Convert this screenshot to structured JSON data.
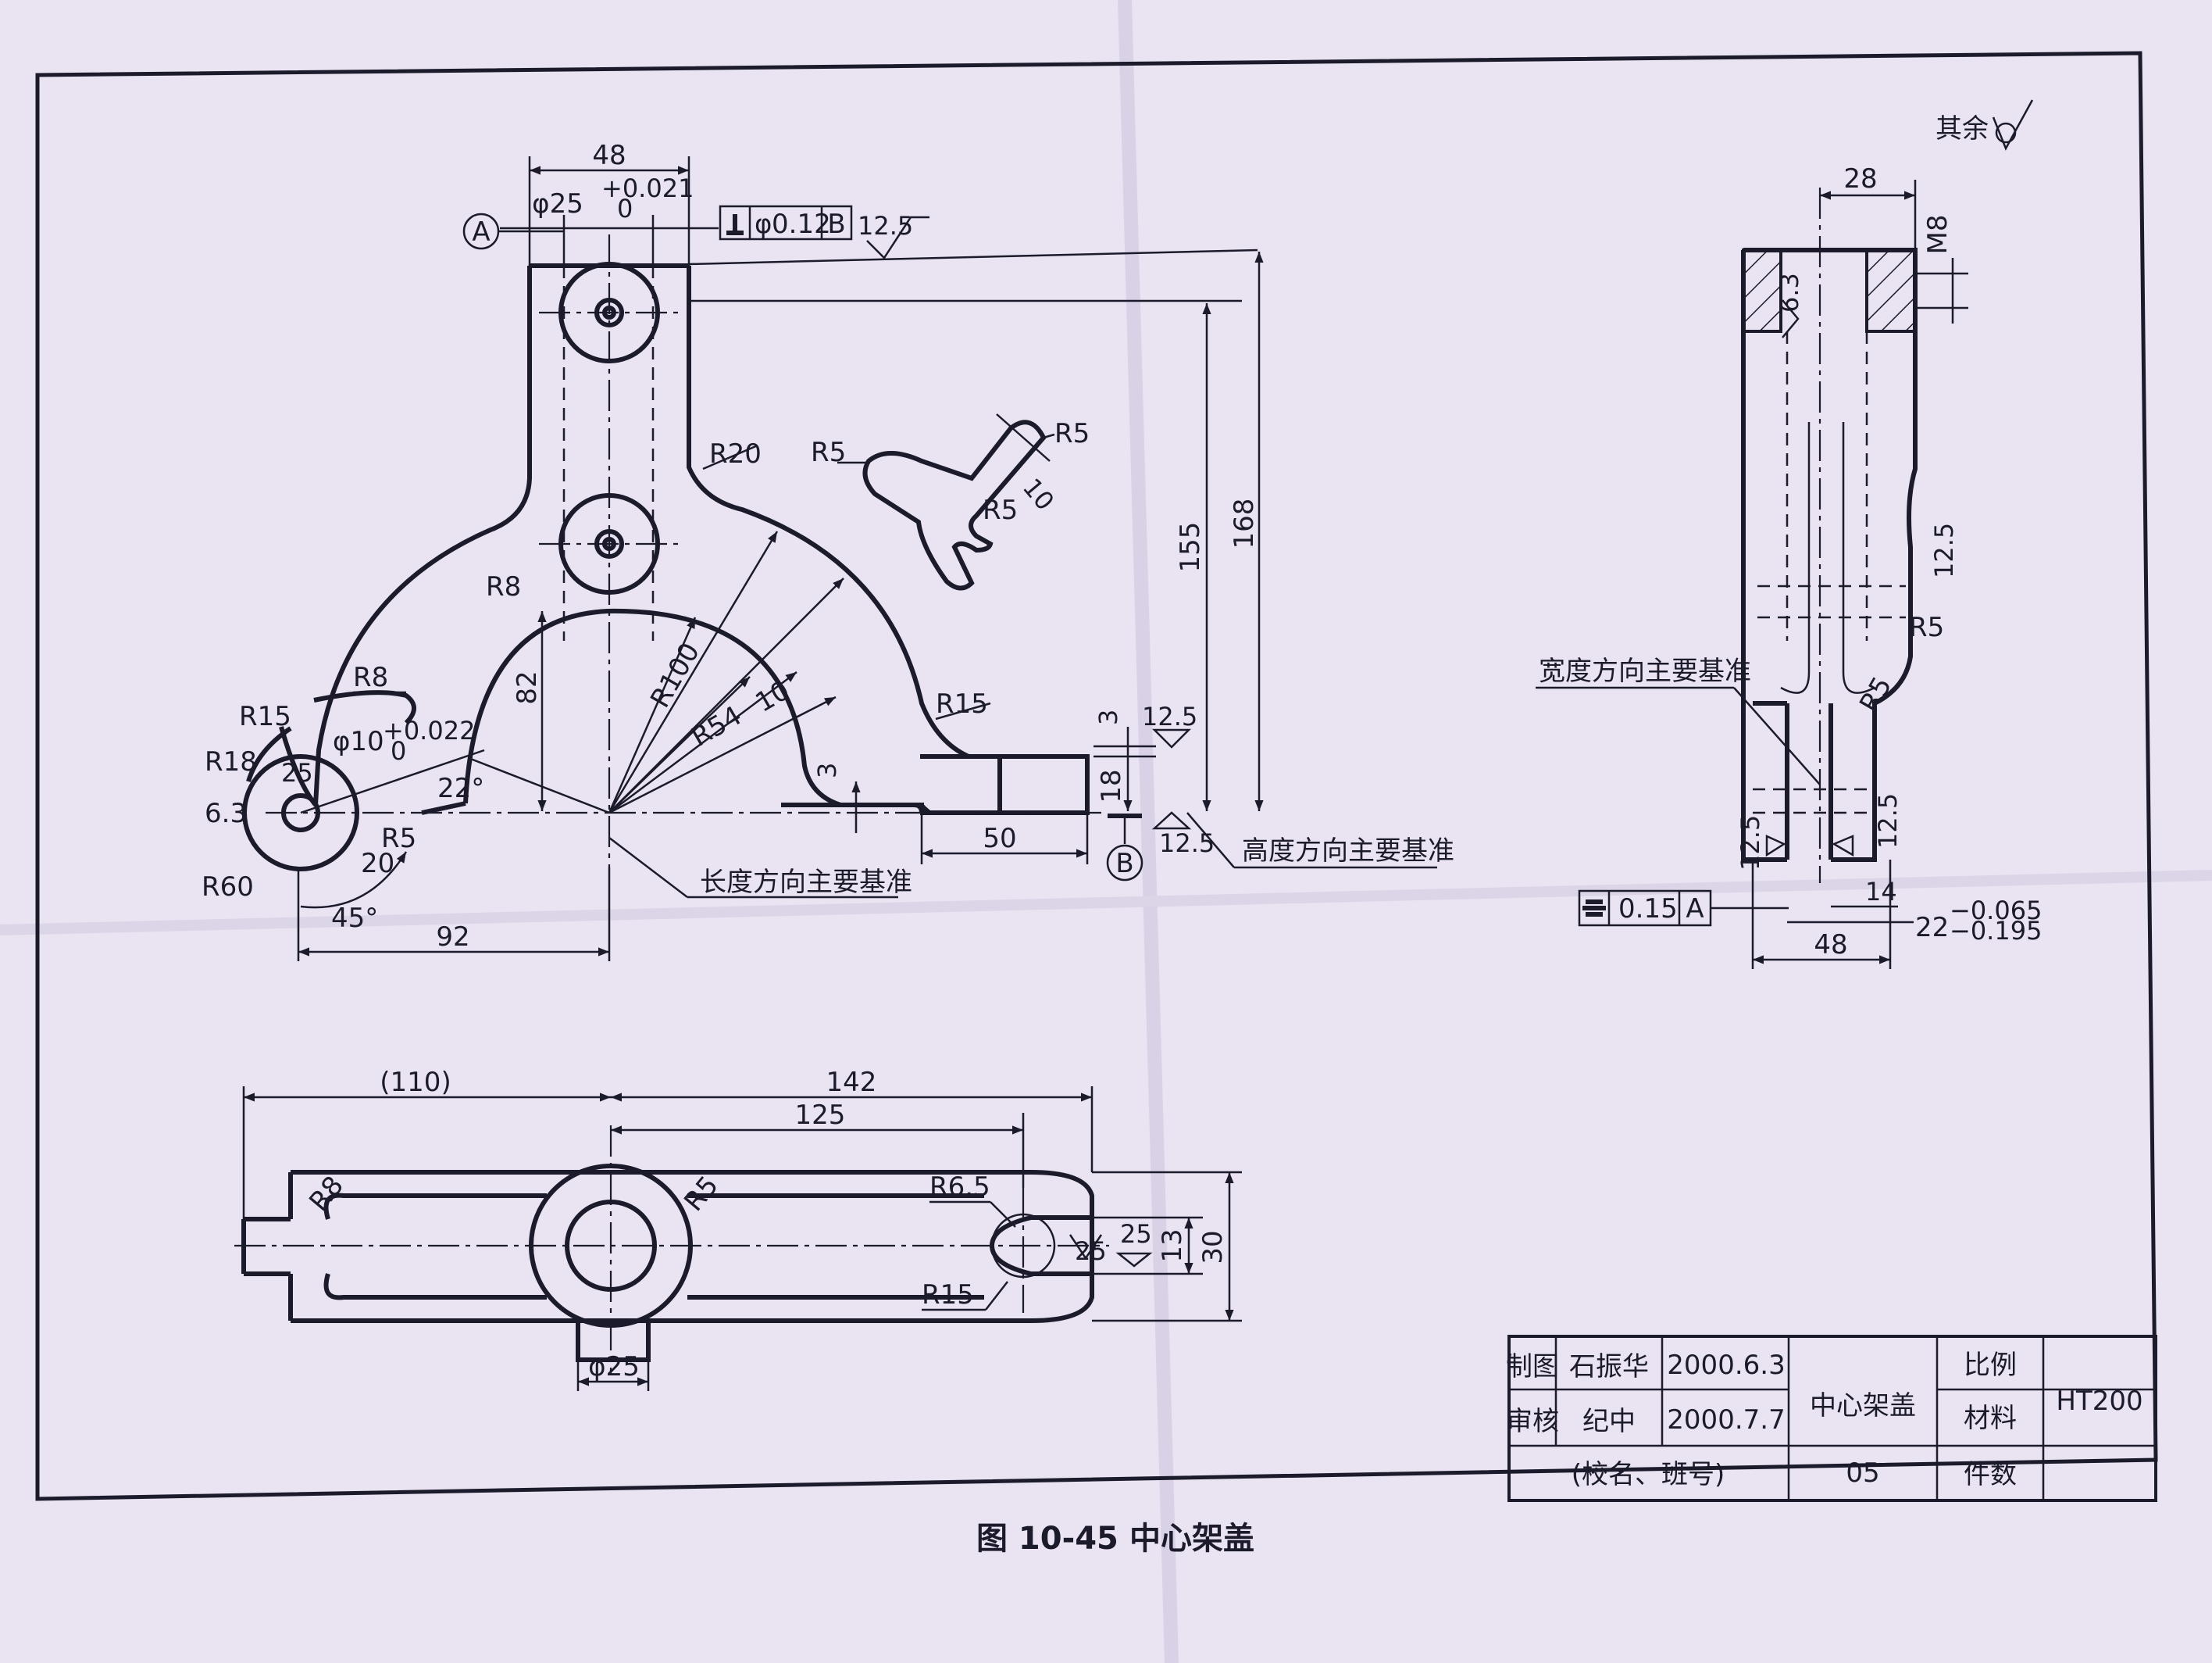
{
  "dimensions": {
    "front": [
      "48",
      "φ25",
      "+0.021",
      "0",
      "0.12",
      "B",
      "12.5",
      "155",
      "168",
      "R20",
      "R8",
      "R8",
      "R15",
      "R18",
      "R15",
      "6.3",
      "R60",
      "25",
      "φ10",
      "+0.022",
      "0",
      "22°",
      "R5",
      "20",
      "45°",
      "92",
      "82",
      "R100",
      "R54",
      "10",
      "3",
      "3",
      "18",
      "50",
      "12.5",
      "12.5"
    ],
    "section": [
      "R5",
      "R5",
      "R5",
      "10"
    ],
    "side": [
      "28",
      "M8",
      "6.3",
      "12.5",
      "R5",
      "R5",
      "12.5",
      "12.5",
      "14",
      "48",
      "0.15",
      "A",
      "22",
      "−0.065",
      "−0.195"
    ],
    "top": [
      "(110)",
      "142",
      "125",
      "R8",
      "R5",
      "R6.5",
      "25",
      "25",
      "13",
      "30",
      "R15",
      "φ25"
    ]
  },
  "datums": {
    "a": "A",
    "b": "B"
  },
  "labels": {
    "length_datum": "长度方向主要基准",
    "height_datum": "高度方向主要基准",
    "width_datum": "宽度方向主要基准",
    "remaining_finish": "其余"
  },
  "title_block": {
    "drawn_label": "制图",
    "drawn_by": "石振华",
    "drawn_date": "2000.6.3",
    "checked_label": "审核",
    "checked_by": "纪中",
    "checked_date": "2000.7.7",
    "school": "(校名、班号)",
    "part_name": "中心架盖",
    "drawing_no": "05",
    "scale_label": "比例",
    "material_label": "材料",
    "material": "HT200",
    "count_label": "件数"
  },
  "caption": {
    "number": "图 10-45",
    "title": "中心架盖"
  }
}
